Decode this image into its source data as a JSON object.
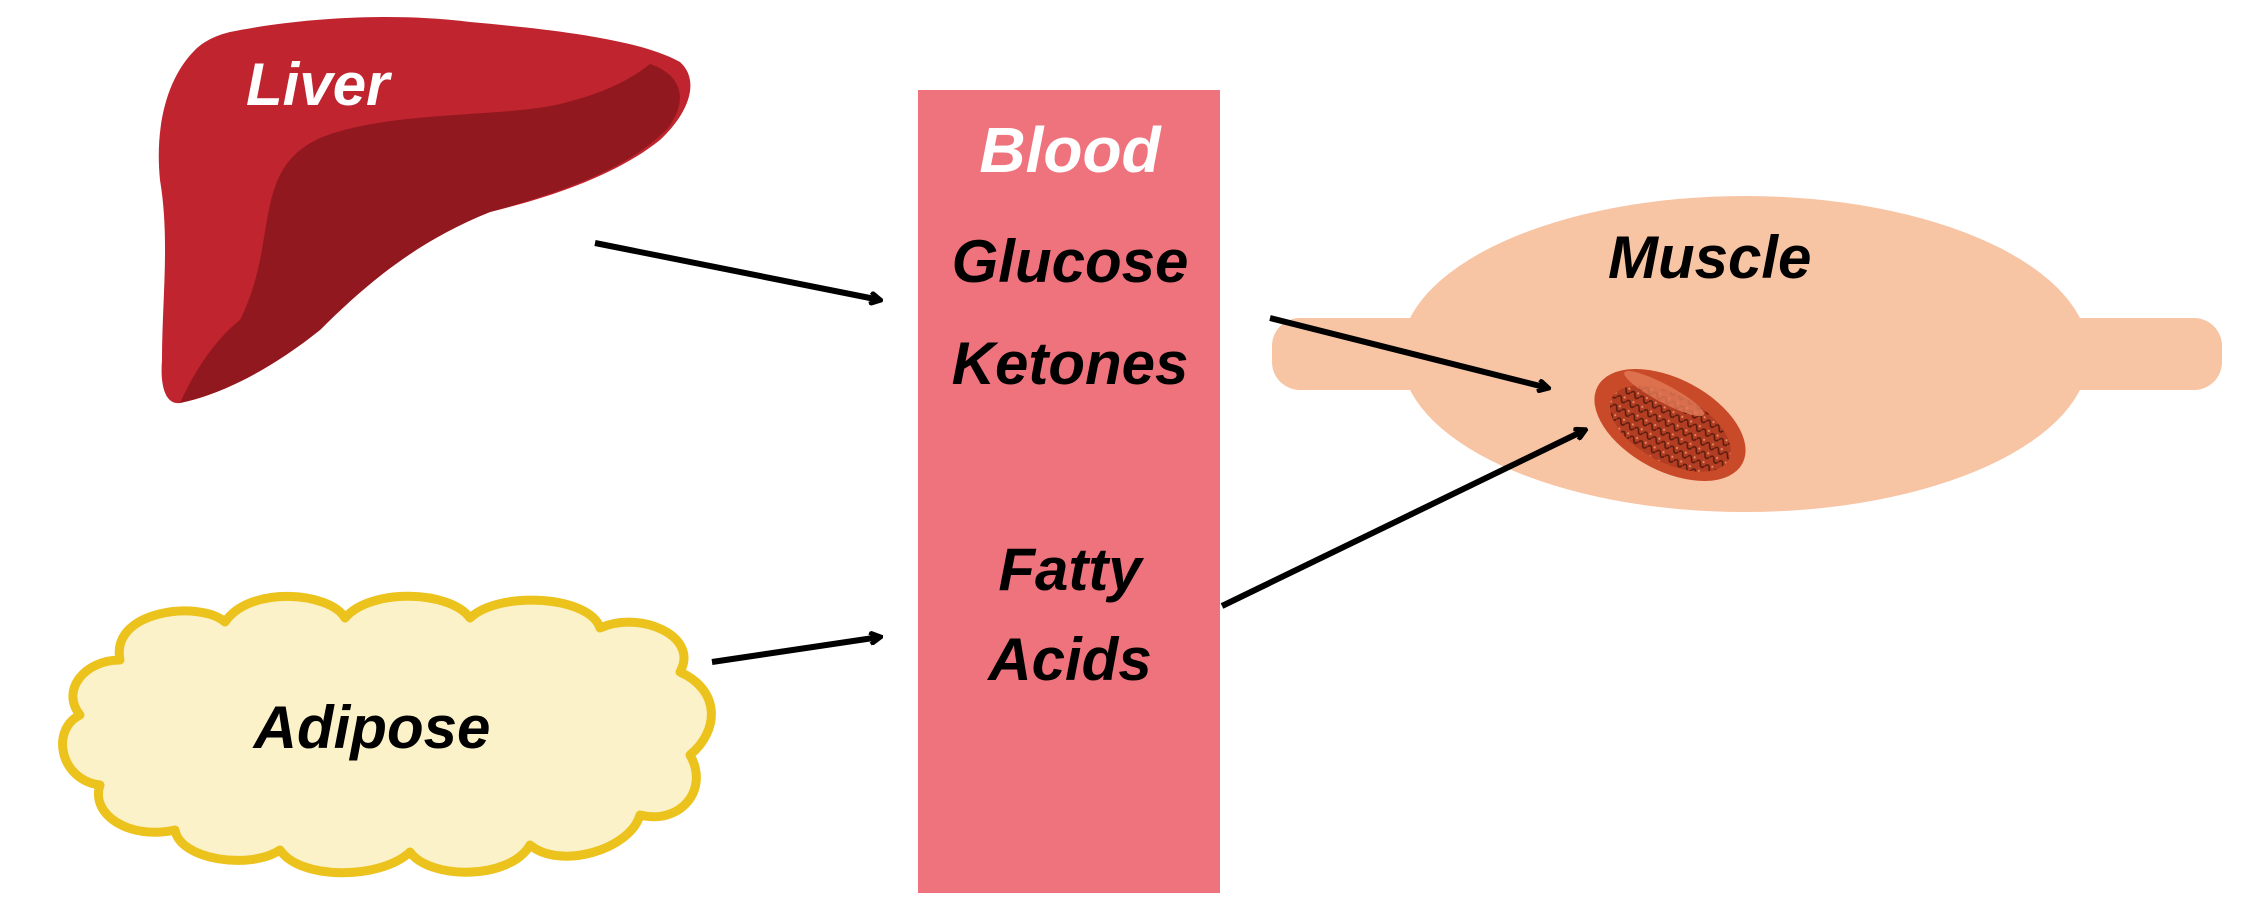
{
  "labels": {
    "liver": "Liver",
    "blood": "Blood",
    "glucose": "Glucose",
    "ketones": "Ketones",
    "fatty": "Fatty",
    "acids": "Acids",
    "muscle": "Muscle",
    "adipose": "Adipose"
  },
  "colors": {
    "liver_dark": "#921820",
    "liver_light": "#c0242e",
    "blood": "#ef737d",
    "muscle": "#f7c4a4",
    "adipose_fill": "#fcf2c9",
    "adipose_stroke": "#ecc21c",
    "mito_fill": "#c84a28",
    "arrow": "#000000",
    "white_text": "#ffffff",
    "black_text": "#000000"
  },
  "icons": {
    "liver": "liver-icon",
    "mitochondrion": "mitochondrion-icon",
    "adipose": "adipose-cloud-icon"
  }
}
